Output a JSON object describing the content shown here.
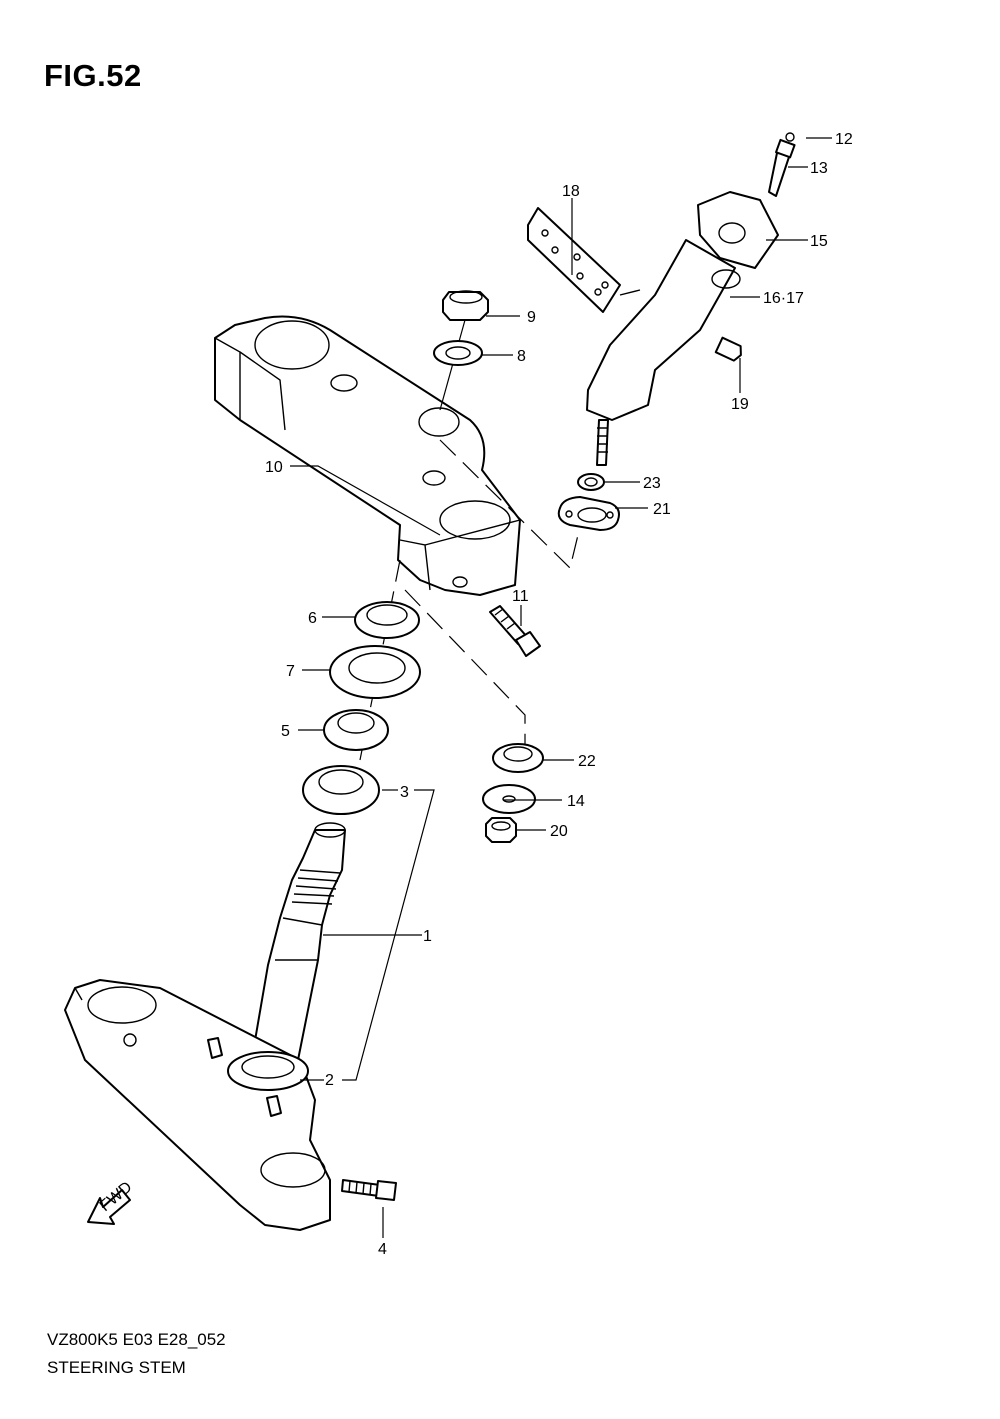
{
  "figure": {
    "title": "FIG.52"
  },
  "footer": {
    "code": "VZ800K5 E03 E28_052",
    "caption": "STEERING STEM"
  },
  "fwd_arrow": {
    "label": "FWD"
  },
  "callouts": [
    {
      "id": "c1",
      "label": "1"
    },
    {
      "id": "c2",
      "label": "2"
    },
    {
      "id": "c3",
      "label": "3"
    },
    {
      "id": "c4",
      "label": "4"
    },
    {
      "id": "c5",
      "label": "5"
    },
    {
      "id": "c6",
      "label": "6"
    },
    {
      "id": "c7",
      "label": "7"
    },
    {
      "id": "c8",
      "label": "8"
    },
    {
      "id": "c9",
      "label": "9"
    },
    {
      "id": "c10",
      "label": "10"
    },
    {
      "id": "c11",
      "label": "11"
    },
    {
      "id": "c12",
      "label": "12"
    },
    {
      "id": "c13",
      "label": "13"
    },
    {
      "id": "c14",
      "label": "14"
    },
    {
      "id": "c15",
      "label": "15"
    },
    {
      "id": "c16",
      "label": "16·17"
    },
    {
      "id": "c18",
      "label": "18"
    },
    {
      "id": "c19",
      "label": "19"
    },
    {
      "id": "c20",
      "label": "20"
    },
    {
      "id": "c21",
      "label": "21"
    },
    {
      "id": "c22",
      "label": "22"
    },
    {
      "id": "c23",
      "label": "23"
    }
  ]
}
